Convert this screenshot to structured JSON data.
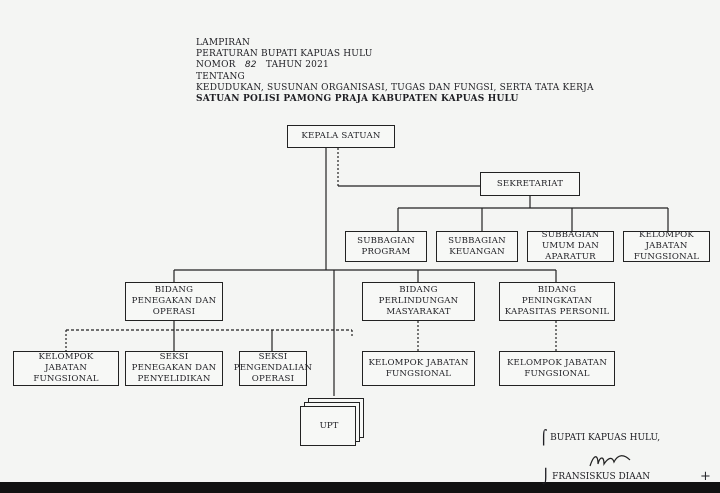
{
  "header": {
    "line1": "LAMPIRAN",
    "line2": "PERATURAN BUPATI KAPUAS HULU",
    "nomor_label": "NOMOR",
    "nomor_value": "82",
    "tahun": "TAHUN 2021",
    "tentang": "TENTANG",
    "line5": "KEDUDUKAN, SUSUNAN ORGANISASI, TUGAS DAN FUNGSI, SERTA TATA KERJA",
    "line6": "SATUAN POLISI PAMONG PRAJA KABUPATEN KAPUAS HULU"
  },
  "org": {
    "kepala": "KEPALA SATUAN",
    "sekretariat": "SEKRETARIAT",
    "subbagian_program": "SUBBAGIAN PROGRAM",
    "subbagian_keuangan": "SUBBAGIAN KEUANGAN",
    "subbagian_umum": "SUBBAGIAN UMUM DAN APARATUR",
    "kelompok_jabatan_1": "KELOMPOK JABATAN FUNGSIONAL",
    "bidang_penegakan": "BIDANG PENEGAKAN DAN OPERASI",
    "bidang_perlindungan": "BIDANG PERLINDUNGAN MASYARAKAT",
    "bidang_peningkatan": "BIDANG PENINGKATAN KAPASITAS PERSONIL",
    "kelompok_jabatan_2": "KELOMPOK JABATAN FUNGSIONAL",
    "seksi_penegakan": "SEKSI PENEGAKAN DAN PENYELIDIKAN",
    "seksi_pengendalian": "SEKSI PENGENDALIAN OPERASI",
    "kelompok_jabatan_3": "KELOMPOK JABATAN FUNGSIONAL",
    "kelompok_jabatan_4": "KELOMPOK JABATAN FUNGSIONAL",
    "upt": "UPT"
  },
  "signature": {
    "title": "BUPATI KAPUAS HULU,",
    "name": "FRANSISKUS DIAAN"
  }
}
